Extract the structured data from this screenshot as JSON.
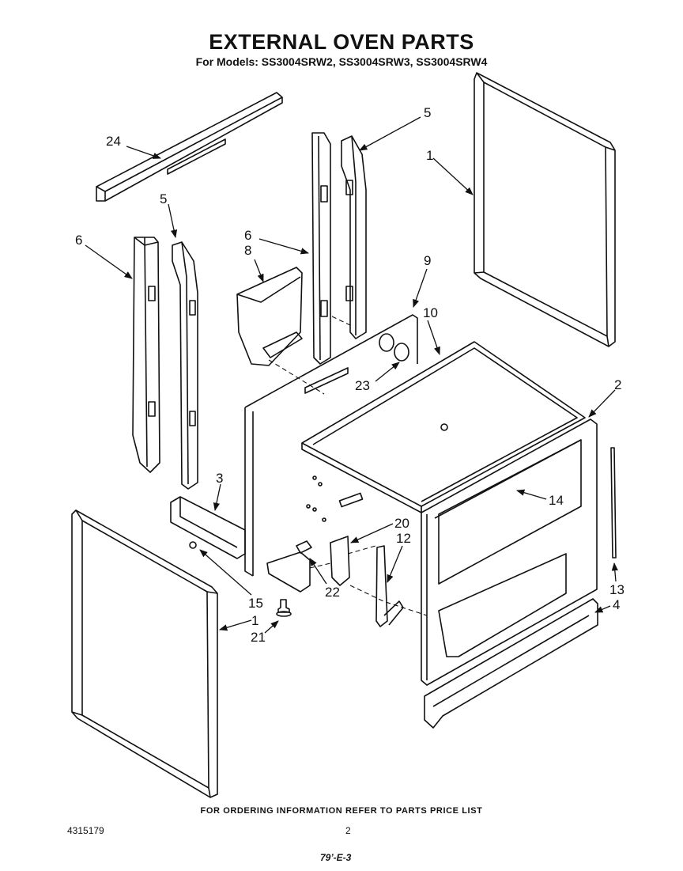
{
  "header": {
    "title": "EXTERNAL OVEN PARTS",
    "subtitle": "For Models: SS3004SRW2, SS3004SRW3, SS3004SRW4"
  },
  "callouts": [
    {
      "id": "c24",
      "label": "24"
    },
    {
      "id": "c5a",
      "label": "5"
    },
    {
      "id": "c5b",
      "label": "5"
    },
    {
      "id": "c1a",
      "label": "1"
    },
    {
      "id": "c6a",
      "label": "6"
    },
    {
      "id": "c6b",
      "label": "6"
    },
    {
      "id": "c8",
      "label": "8"
    },
    {
      "id": "c9",
      "label": "9"
    },
    {
      "id": "c10",
      "label": "10"
    },
    {
      "id": "c23",
      "label": "23"
    },
    {
      "id": "c2",
      "label": "2"
    },
    {
      "id": "c3",
      "label": "3"
    },
    {
      "id": "c14",
      "label": "14"
    },
    {
      "id": "c20",
      "label": "20"
    },
    {
      "id": "c12",
      "label": "12"
    },
    {
      "id": "c22",
      "label": "22"
    },
    {
      "id": "c15",
      "label": "15"
    },
    {
      "id": "c1b",
      "label": "1"
    },
    {
      "id": "c21",
      "label": "21"
    },
    {
      "id": "c13",
      "label": "13"
    },
    {
      "id": "c4",
      "label": "4"
    }
  ],
  "footer": {
    "ordering_note": "FOR ORDERING INFORMATION REFER TO PARTS PRICE LIST",
    "doc_number": "4315179",
    "page_number": "2",
    "revision_code": "79’-E-3"
  }
}
